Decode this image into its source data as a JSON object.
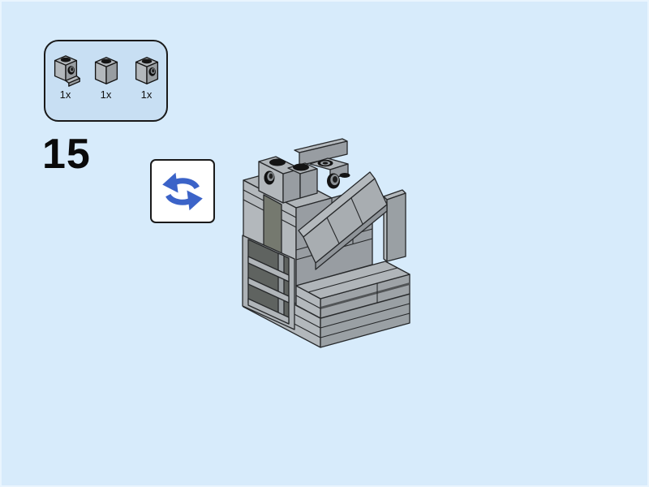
{
  "page": {
    "background_color": "#d7ebfb",
    "frame_border_color": "#e9f5fe"
  },
  "colors": {
    "accent_blue": "#3b63c8",
    "panel_fill": "#c8dff3",
    "outline_black": "#1a1a1a",
    "brick_gray_light": "#b3b8bc",
    "brick_gray_medium": "#9aa0a4",
    "brick_gray_dark_accent": "#75796f",
    "recess_dark": "#5f6360"
  },
  "step": {
    "number": "15"
  },
  "parts_panel": {
    "parts": [
      {
        "name": "brick-1x1-headlight-with-lip",
        "count": "1x"
      },
      {
        "name": "brick-1x1",
        "count": "1x"
      },
      {
        "name": "brick-1x1-side-hole",
        "count": "1x"
      }
    ]
  },
  "rotate_hint": {
    "meaning": "rotate the model"
  },
  "model": {
    "description": "Isometric view of gray LEGO assembly: tower with dark recessed shelf opening on left face, slope chute on upper right, layered plate base and lower right platform, studs and headlight holes on top"
  }
}
